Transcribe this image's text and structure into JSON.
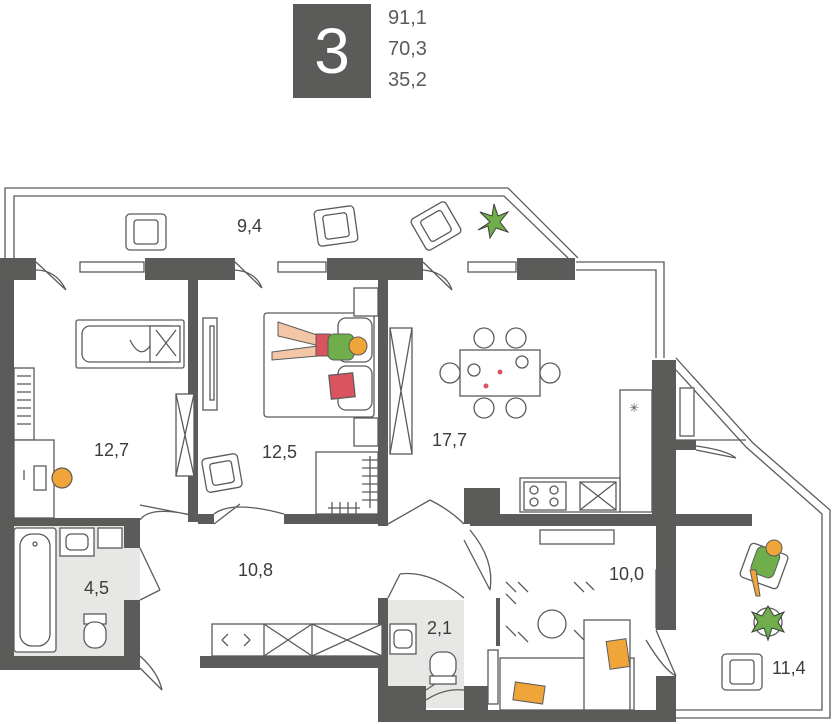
{
  "apartment": {
    "rooms_count": "3",
    "areas": [
      "91,1",
      "70,3",
      "35,2"
    ]
  },
  "rooms": [
    {
      "id": "balcony-top",
      "label": "9,4"
    },
    {
      "id": "bedroom-left",
      "label": "12,7"
    },
    {
      "id": "bedroom-master",
      "label": "12,5"
    },
    {
      "id": "kitchen-dining",
      "label": "17,7"
    },
    {
      "id": "hallway",
      "label": "10,8"
    },
    {
      "id": "bathroom",
      "label": "4,5"
    },
    {
      "id": "toilet",
      "label": "2,1"
    },
    {
      "id": "living",
      "label": "10,0"
    },
    {
      "id": "balcony-right",
      "label": "11,4"
    }
  ],
  "colors": {
    "wall": "#5b5b5a",
    "badge": "#5b5b5a",
    "wet_zone": "#e7e7e6",
    "accent_orange": "#f0a53a",
    "accent_green": "#6fae4a",
    "accent_red": "#d9545f"
  },
  "icons": {
    "extractor": "snowflake-vent-icon"
  }
}
